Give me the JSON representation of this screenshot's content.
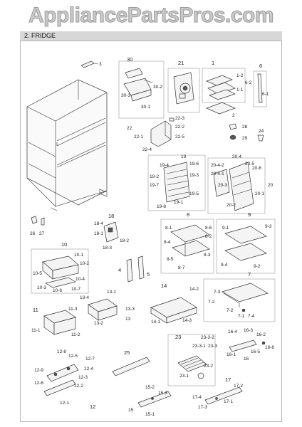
{
  "watermark": "AppliancePartsPros.com",
  "section": "2. FRIDGE",
  "labels": {
    "l3": "3",
    "l30": "30",
    "l30_2": "30-2",
    "l30_3": "30-3",
    "l30_1": "30-1",
    "l21": "21",
    "l1": "1",
    "l1_2": "1-2",
    "l1_1": "1-1",
    "l2": "2",
    "l6": "6",
    "l6_1": "6-1",
    "l6_2": "6-2",
    "l22_3": "22-3",
    "l22_2": "22-2",
    "l22": "22",
    "l22_1": "22-1",
    "l22_5": "22-5",
    "l22_4": "22-4",
    "l28": "28",
    "l29": "29",
    "l24": "24",
    "l19": "19",
    "l19_4": "19-4",
    "l19_6": "19-6",
    "l19_3": "19-3",
    "l19_2": "19-2",
    "l19_7": "19-7",
    "l19_5": "19-5",
    "l19_1": "19-1",
    "l19_8": "19-8",
    "l20_4": "20-4",
    "l20_4_2": "20-4-2",
    "l20_5": "20-5",
    "l20_4_1": "20-4-1",
    "l20_6": "20-6",
    "l20_3": "20-3",
    "l20": "20",
    "l20_1": "20-1",
    "l20_2": "20-2",
    "l26": "26",
    "l27": "27",
    "l18": "18",
    "l18_4": "18-4",
    "l18_1": "18-1",
    "l18_2": "18-2",
    "l18_3": "18-3",
    "l8": "8",
    "l8_1": "8-1",
    "l8_6": "8-6",
    "l8_2": "8-2",
    "l8_4": "8-4",
    "l8_3": "8-3",
    "l8_5": "8-5",
    "l8_7": "8-7",
    "l9": "9",
    "l9_1": "9-1",
    "l9_3": "9-3",
    "l9_4": "9-4",
    "l9_2": "9-2",
    "l10": "10",
    "l10_1": "10-1",
    "l10_2": "10-2",
    "l10_5": "10-5",
    "l10_4": "10-4",
    "l10_3": "10-3",
    "l10_6": "10-6",
    "l10_7": "10-7",
    "l4": "4",
    "l5": "5",
    "l7": "7",
    "l7_3": "7-3",
    "l7_2": "7-2",
    "l7_1": "7-1",
    "l7_4": "7-4",
    "l11": "11",
    "l11_3": "11-3",
    "l11_1": "11-1",
    "l11_2": "11-2",
    "l13_4": "13-4",
    "l13_1": "13-1",
    "l13_3": "13-3",
    "l13_2": "13-2",
    "l13": "13",
    "l14": "14",
    "l14_2": "14-2",
    "l14_1": "14-1",
    "l14_3": "14-3",
    "l16_4": "16-4",
    "l16_3": "16-3",
    "l16_2": "16-2",
    "l16_1": "16-1",
    "l16_5": "16-5",
    "l16": "16",
    "l16_6": "16-6",
    "l23": "23",
    "l23_3_2": "23-3-2",
    "l23_3_1": "23-3-1",
    "l23_3": "23-3",
    "l23_2": "23-2",
    "l23_1": "23-1",
    "l25": "25",
    "l12_8": "12-8",
    "l12_5": "12-5",
    "l12_7": "12-7",
    "l12_9": "12-9",
    "l12_4": "12-4",
    "l12_3": "12-3",
    "l12_2": "12-2",
    "l12_6": "12-6",
    "l12_1": "12-1",
    "l12": "12",
    "l15_2": "15-2",
    "l15_3": "15-3",
    "l15": "15",
    "l15_1": "15-1",
    "l17": "17",
    "l17_2": "17-2",
    "l17_4": "17-4",
    "l17_1": "17-1",
    "l17_3": "17-3"
  }
}
